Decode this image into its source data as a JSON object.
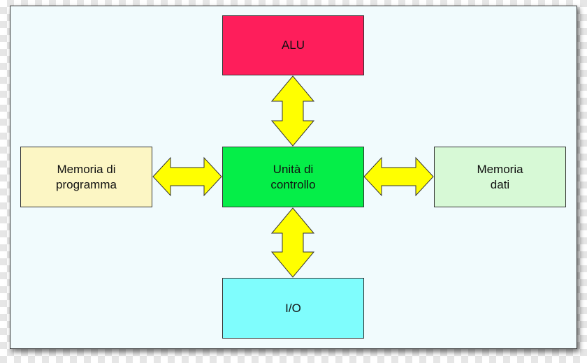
{
  "colors": {
    "panel_bg": "#f1fbfd",
    "arrow_fill": "#ffff00",
    "alu": "#fe1e5b",
    "control_unit": "#05ee48",
    "io": "#7ffdfd",
    "program_memory": "#fcf6c4",
    "data_memory": "#d7f9d6"
  },
  "blocks": {
    "alu": {
      "label": "ALU"
    },
    "control_unit": {
      "label": "Unità di\ncontrollo"
    },
    "io": {
      "label": "I/O"
    },
    "program_memory": {
      "label": "Memoria di\nprogramma"
    },
    "data_memory": {
      "label": "Memoria\ndati"
    }
  },
  "arrows": [
    {
      "from": "control_unit",
      "to": "alu",
      "direction": "bidirectional",
      "icon": "double-arrow-vertical"
    },
    {
      "from": "control_unit",
      "to": "io",
      "direction": "bidirectional",
      "icon": "double-arrow-vertical"
    },
    {
      "from": "control_unit",
      "to": "program_memory",
      "direction": "bidirectional",
      "icon": "double-arrow-horizontal"
    },
    {
      "from": "control_unit",
      "to": "data_memory",
      "direction": "bidirectional",
      "icon": "double-arrow-horizontal"
    }
  ]
}
